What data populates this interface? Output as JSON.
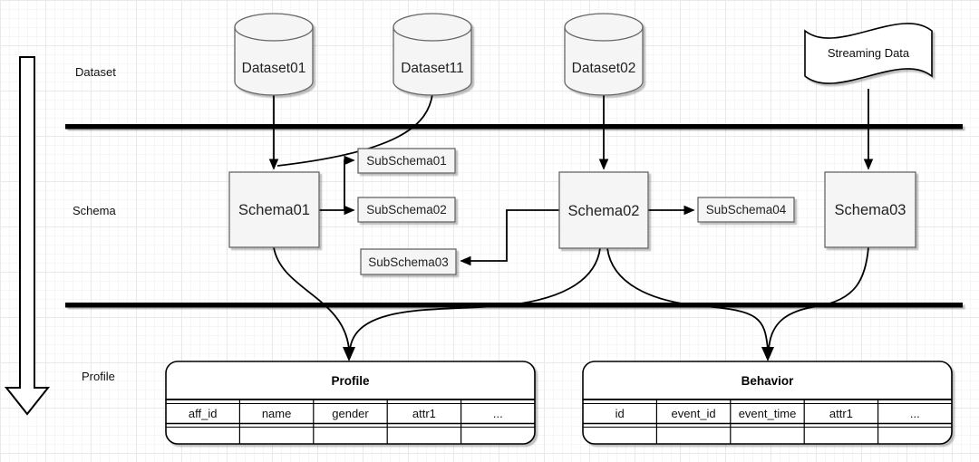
{
  "lanes": [
    {
      "label": "Dataset"
    },
    {
      "label": "Schema"
    },
    {
      "label": "Profile"
    }
  ],
  "datasets": [
    {
      "label": "Dataset01"
    },
    {
      "label": "Dataset11"
    },
    {
      "label": "Dataset02"
    }
  ],
  "streaming": {
    "label": "Streaming Data"
  },
  "schemas": [
    {
      "label": "Schema01"
    },
    {
      "label": "Schema02"
    },
    {
      "label": "Schema03"
    }
  ],
  "subschemas": [
    {
      "label": "SubSchema01"
    },
    {
      "label": "SubSchema02"
    },
    {
      "label": "SubSchema03"
    },
    {
      "label": "SubSchema04"
    }
  ],
  "tables": [
    {
      "title": "Profile",
      "columns": [
        "aff_id",
        "name",
        "gender",
        "attr1",
        "..."
      ]
    },
    {
      "title": "Behavior",
      "columns": [
        "id",
        "event_id",
        "event_time",
        "attr1",
        "..."
      ]
    }
  ],
  "colors": {
    "shape_fill": "#f5f5f5",
    "shape_stroke": "#666666",
    "line": "#000000",
    "background": "#ffffff"
  }
}
